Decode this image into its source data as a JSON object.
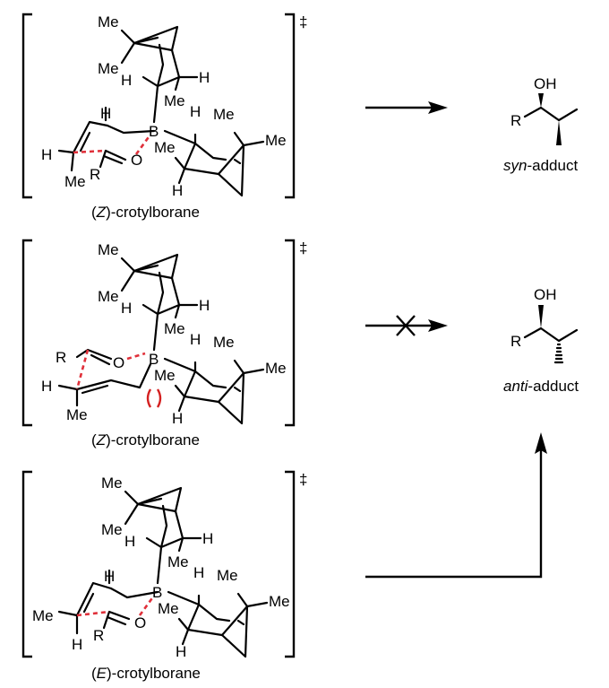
{
  "figure": {
    "title": "Brown crotylation transition states"
  },
  "panels": [
    {
      "id": "z-crotyl-syn",
      "caption_prefix": "(",
      "caption_italic": "Z",
      "caption_suffix": ")-crotylborane",
      "ts_marker": "‡",
      "alkene": "Z",
      "favored": true,
      "labels": {
        "pin_top_me1": "Me",
        "pin_top_me2": "Me",
        "pin_top_h_left": "H",
        "pin_top_h_right": "H",
        "pin_top_me3": "Me",
        "boron": "B",
        "pin_right_h_top": "H",
        "pin_right_me1": "Me",
        "pin_right_me2": "Me",
        "pin_right_me3": "Me",
        "pin_right_h_bottom": "H",
        "crotyl_h_top": "H",
        "crotyl_h_left": "H",
        "crotyl_me": "Me",
        "ald_r": "R",
        "ald_o": "O"
      }
    },
    {
      "id": "z-crotyl-anti-disfavored",
      "caption_prefix": "(",
      "caption_italic": "Z",
      "caption_suffix": ")-crotylborane",
      "ts_marker": "‡",
      "alkene": "Z",
      "favored": false,
      "steric_clash_symbol": ")(",
      "labels": {
        "pin_top_me1": "Me",
        "pin_top_me2": "Me",
        "pin_top_h_left": "H",
        "pin_top_h_right": "H",
        "pin_top_me3": "Me",
        "boron": "B",
        "pin_right_h_top": "H",
        "pin_right_me1": "Me",
        "pin_right_me2": "Me",
        "pin_right_me3": "Me",
        "pin_right_h_bottom": "H",
        "crotyl_h_left": "H",
        "crotyl_me": "Me",
        "ald_r": "R",
        "ald_o": "O"
      }
    },
    {
      "id": "e-crotyl-anti",
      "caption_prefix": "(",
      "caption_italic": "E",
      "caption_suffix": ")-crotylborane",
      "ts_marker": "‡",
      "alkene": "E",
      "favored": true,
      "labels": {
        "pin_top_me1": "Me",
        "pin_top_me2": "Me",
        "pin_top_h_left": "H",
        "pin_top_h_right": "H",
        "pin_top_me3": "Me",
        "boron": "B",
        "pin_right_h_top": "H",
        "pin_right_me1": "Me",
        "pin_right_me2": "Me",
        "pin_right_me3": "Me",
        "pin_right_h_bottom": "H",
        "crotyl_h_top": "H",
        "crotyl_me": "Me",
        "crotyl_h_bottom": "H",
        "ald_r": "R",
        "ald_o": "O"
      }
    }
  ],
  "products": [
    {
      "id": "syn",
      "oh": "OH",
      "r": "R",
      "name_italic": "syn",
      "name_suffix": "-adduct",
      "methyl_stereo": "wedge"
    },
    {
      "id": "anti",
      "oh": "OH",
      "r": "R",
      "name_italic": "anti",
      "name_suffix": "-adduct",
      "methyl_stereo": "hash"
    }
  ],
  "arrows": [
    {
      "from": "z-crotyl-syn",
      "to": "syn",
      "blocked": false
    },
    {
      "from": "z-crotyl-anti-disfavored",
      "to": "anti",
      "blocked": true
    },
    {
      "from": "e-crotyl-anti",
      "to": "anti",
      "blocked": false,
      "path": "elbow-up"
    }
  ],
  "colors": {
    "ink": "#000000",
    "forming_bond": "#e0303a",
    "steric_clash": "#d42020",
    "background": "#ffffff"
  }
}
